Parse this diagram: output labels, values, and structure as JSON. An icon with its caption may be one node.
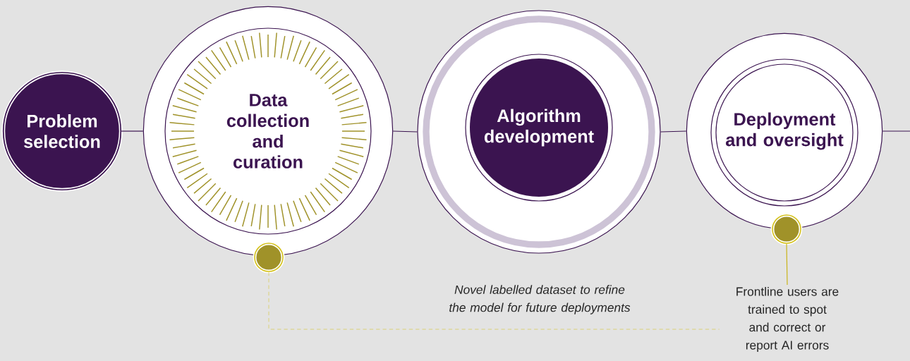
{
  "diagram": {
    "nodes": [
      {
        "text": [
          "Problem selection"
        ]
      },
      {
        "text": [
          "Data collection and curation"
        ]
      },
      {
        "text": [
          "Algorithm development"
        ]
      },
      {
        "text": [
          "Deployment and oversight"
        ]
      },
      {
        "text": [],
        "shape": "circle"
      },
      {
        "text": [],
        "shape": "circle"
      },
      {
        "text": [
          "Frontline users are trained to spot and correct or report AI errors"
        ]
      }
    ],
    "edges": [
      {
        "from": 0,
        "to": 1,
        "arrow": "none"
      },
      {
        "from": 1,
        "to": 2,
        "arrow": "none"
      },
      {
        "from": 2,
        "to": 3,
        "arrow": "none"
      },
      {
        "from": 3,
        "to": null,
        "arrow": "none"
      },
      {
        "from": 4,
        "to": 6,
        "arrow": "none",
        "style": "dashed",
        "color": "#d4c11b",
        "label": "Novel labelled dataset to refine the model for future deployments"
      },
      {
        "from": 5,
        "to": 6,
        "arrow": "none",
        "color": "#c9b41a"
      }
    ]
  }
}
